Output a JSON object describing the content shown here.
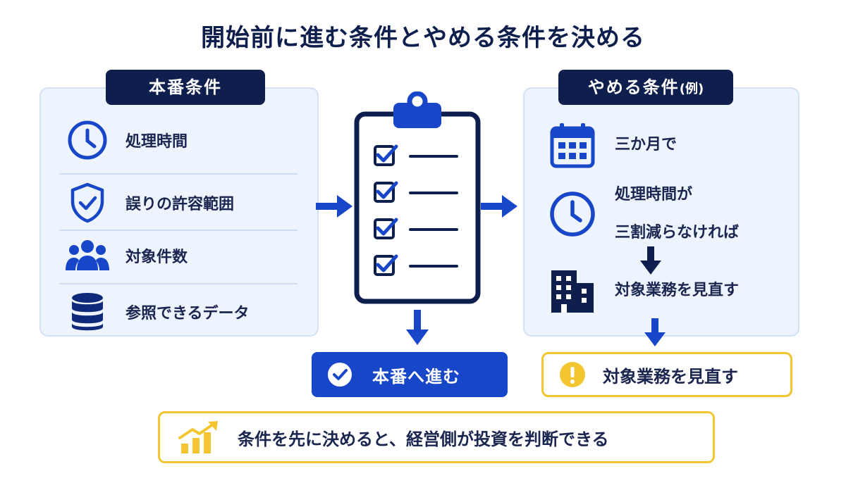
{
  "title": "開始前に進む条件とやめる条件を決める",
  "left_panel": {
    "tag": "本番条件",
    "items": [
      {
        "label": "処理時間",
        "icon": "clock-icon"
      },
      {
        "label": "誤りの許容範囲",
        "icon": "shield-check-icon"
      },
      {
        "label": "対象件数",
        "icon": "users-icon"
      },
      {
        "label": "参照できるデータ",
        "icon": "database-icon"
      }
    ]
  },
  "right_panel": {
    "tag": "やめる条件",
    "tag_suffix": "(例)",
    "items": [
      {
        "label": "三か月で",
        "icon": "calendar-icon"
      },
      {
        "label_line1": "処理時間が",
        "label_line2": "三割減らなければ",
        "icon": "clock-icon"
      },
      {
        "label": "対象業務を見直す",
        "icon": "building-icon"
      }
    ]
  },
  "center": {
    "icon": "clipboard-checklist-icon"
  },
  "go_button": {
    "label": "本番へ進む",
    "icon": "check-circle-icon"
  },
  "review_button": {
    "label": "対象業務を見直す",
    "icon": "exclamation-circle-icon"
  },
  "bottom_note": {
    "label": "条件を先に決めると、経営側が投資を判断できる",
    "icon": "growth-chart-icon"
  },
  "colors": {
    "navy": "#0f1f4d",
    "blue": "#1747c8",
    "yellow": "#f3c531",
    "panel": "#eef4fd"
  }
}
